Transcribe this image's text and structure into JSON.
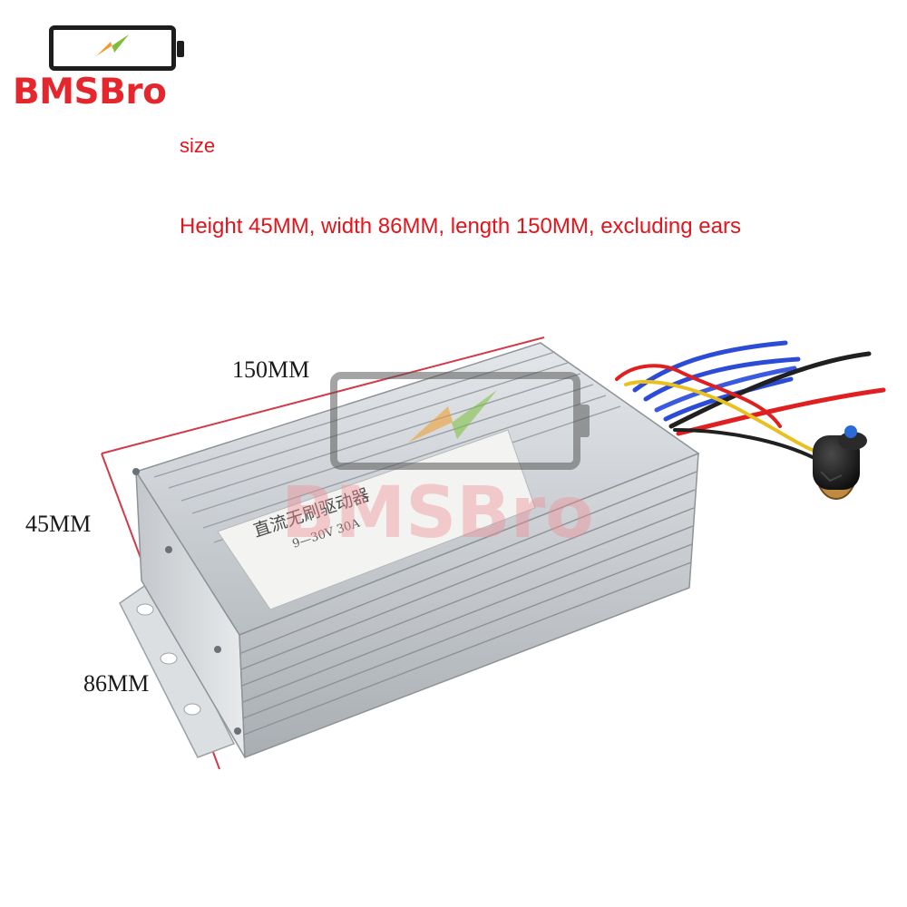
{
  "logo": {
    "brand_text": "BMSBro",
    "icon": "battery-bolt-icon",
    "colors": {
      "brand_red": "#e6262d",
      "outline": "#1d1d1d",
      "bolt_orange": "#f09a2a",
      "bolt_green": "#7bbf3a"
    }
  },
  "captions": {
    "size_label": "size",
    "dimensions_text": "Height 45MM, width 86MM, length 150MM, excluding ears"
  },
  "dimensions": {
    "length_label": "150MM",
    "height_label": "45MM",
    "width_label": "86MM"
  },
  "product": {
    "label_title": "直流无刷驱动器",
    "label_spec": "9—30V  30A",
    "colors": {
      "case": "#c9cdd1",
      "case_dark": "#8e9398",
      "wire_blue": "#2c4bd6",
      "wire_red": "#e02020",
      "wire_black": "#202020",
      "wire_yellow": "#e8c020",
      "knob": "#1b1b1b",
      "knob_accent": "#2a6bd8"
    }
  },
  "watermark": {
    "text": "BMSBro",
    "icon": "battery-bolt-icon"
  }
}
